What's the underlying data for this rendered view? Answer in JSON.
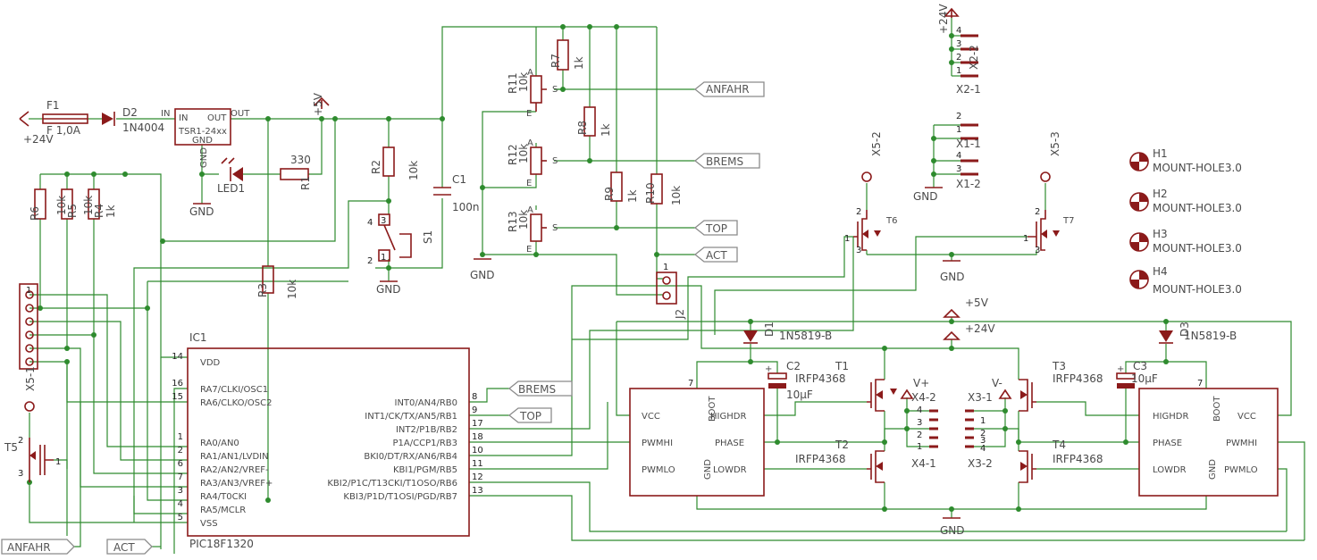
{
  "schematic": {
    "power": {
      "in_24v": "+24V",
      "f1": "F1",
      "f1_value": "F 1,0A",
      "d2": "D2",
      "d2_value": "1N4004",
      "reg_pin_in": "IN",
      "reg_pin_out": "OUT",
      "reg_part": "TSR1-24xx",
      "reg_gnd": "GND",
      "reg_in_label": "IN",
      "reg_out_label": "OUT",
      "reg_gnd_label": "GND",
      "p5v": "+5V",
      "r1": "R1",
      "r1_value": "330",
      "led1": "LED1",
      "c1": "C1",
      "c1_value": "100n",
      "r2": "R2",
      "r2_value": "10k",
      "r3": "R3",
      "r3_value": "10k",
      "s1": "S1"
    },
    "pots": [
      {
        "name": "R11",
        "value": "10k"
      },
      {
        "name": "R12",
        "value": "10k"
      },
      {
        "name": "R13",
        "value": "10k"
      }
    ],
    "pot_pins": {
      "a": "A",
      "e": "E",
      "s": "S"
    },
    "resistors": [
      {
        "name": "R7",
        "value": "1k"
      },
      {
        "name": "R8",
        "value": "1k"
      },
      {
        "name": "R9",
        "value": "1k"
      },
      {
        "name": "R10",
        "value": "10k"
      },
      {
        "name": "R6",
        "value": "10k"
      },
      {
        "name": "R5",
        "value": "10k"
      },
      {
        "name": "R4",
        "value": "1k"
      }
    ],
    "r6_overlap": "R6",
    "r5_label": "R5",
    "r4_label": "R4",
    "nets": {
      "anfahr": "ANFAHR",
      "brems": "BREMS",
      "top": "TOP",
      "act": "ACT",
      "gnd": "GND",
      "p24v": "+24V",
      "p5v": "+5V"
    },
    "j2": "J2",
    "x2_1": "X2-1",
    "x2_2": "X2-2",
    "x1_1": "X1-1",
    "x1_2": "X1-2",
    "x5_2": "X5-2",
    "x5_3": "X5-3",
    "x5_1": "X5-1",
    "x4_2": "X4-2",
    "x4_1": "X4-1",
    "x3_1": "X3-1",
    "x3_2": "X3-2",
    "t5": "T5",
    "t6": "T6",
    "t7": "T7",
    "v_plus": "V+",
    "v_minus": "V-",
    "holes": [
      {
        "name": "H1",
        "part": "MOUNT-HOLE3.0"
      },
      {
        "name": "H2",
        "part": "MOUNT-HOLE3.0"
      },
      {
        "name": "H3",
        "part": "MOUNT-HOLE3.0"
      },
      {
        "name": "H4",
        "part": "MOUNT-HOLE3.0"
      }
    ],
    "ic1": {
      "ref": "IC1",
      "part": "PIC18F1320",
      "left_pins": [
        {
          "num": "14",
          "name": "VDD"
        },
        {
          "num": "16",
          "name": "RA7/CLKI/OSC1"
        },
        {
          "num": "15",
          "name": "RA6/CLKO/OSC2"
        },
        {
          "num": "1",
          "name": "RA0/AN0"
        },
        {
          "num": "2",
          "name": "RA1/AN1/LVDIN"
        },
        {
          "num": "6",
          "name": "RA2/AN2/VREF-"
        },
        {
          "num": "7",
          "name": "RA3/AN3/VREF+"
        },
        {
          "num": "3",
          "name": "RA4/T0CKI"
        },
        {
          "num": "4",
          "name": "RA5/MCLR"
        },
        {
          "num": "5",
          "name": "VSS"
        }
      ],
      "right_pins": [
        {
          "num": "8",
          "name": "INT0/AN4/RB0"
        },
        {
          "num": "9",
          "name": "INT1/CK/TX/AN5/RB1"
        },
        {
          "num": "17",
          "name": "INT2/P1B/RB2"
        },
        {
          "num": "18",
          "name": "P1A/CCP1/RB3"
        },
        {
          "num": "10",
          "name": "BKI0/DT/RX/AN6/RB4"
        },
        {
          "num": "11",
          "name": "KBI1/PGM/RB5"
        },
        {
          "num": "12",
          "name": "KBI2/P1C/T13CKI/T1OSO/RB6"
        },
        {
          "num": "13",
          "name": "KBI3/P1D/T1OSI/PGD/RB7"
        }
      ]
    },
    "driver_left": {
      "pins": {
        "vcc": "VCC",
        "boot": "BOOT",
        "highdr": "HIGHDR",
        "pwmhi": "PWMHI",
        "phase": "PHASE",
        "pwmlo": "PWMLO",
        "gnd": "GND",
        "lowdr": "LOWDR"
      },
      "pin7": "7"
    },
    "driver_right": {
      "pins": {
        "highdr": "HIGHDR",
        "boot": "BOOT",
        "vcc": "VCC",
        "phase": "PHASE",
        "pwmhi": "PWMHI",
        "lowdr": "LOWDR",
        "gnd": "GND",
        "pwmlo": "PWMLO"
      },
      "pin7": "7"
    },
    "d1": "D1",
    "d1_value": "1N5819-B",
    "d3": "D3",
    "d3_value": "1N5819-B",
    "c2": "C2",
    "c2_value": "10µF",
    "c3": "C3",
    "c3_value": "10µF",
    "t1": "T1",
    "t1_value": "IRFP4368",
    "t2": "T2",
    "t2_value": "IRFP4368",
    "t3": "T3",
    "t3_value": "IRFP4368",
    "t4": "T4",
    "t4_value": "IRFP4368",
    "conn_pins_4": [
      "4",
      "3",
      "2",
      "1"
    ],
    "conn_pins_2": [
      "2",
      "1"
    ],
    "conn_pins_12": [
      "1",
      "2",
      "3",
      "4"
    ],
    "j2_pin": "1",
    "x5_pins": [
      "1",
      "2",
      "3"
    ],
    "s1_pins": [
      "4",
      "3",
      "2",
      "1"
    ]
  }
}
